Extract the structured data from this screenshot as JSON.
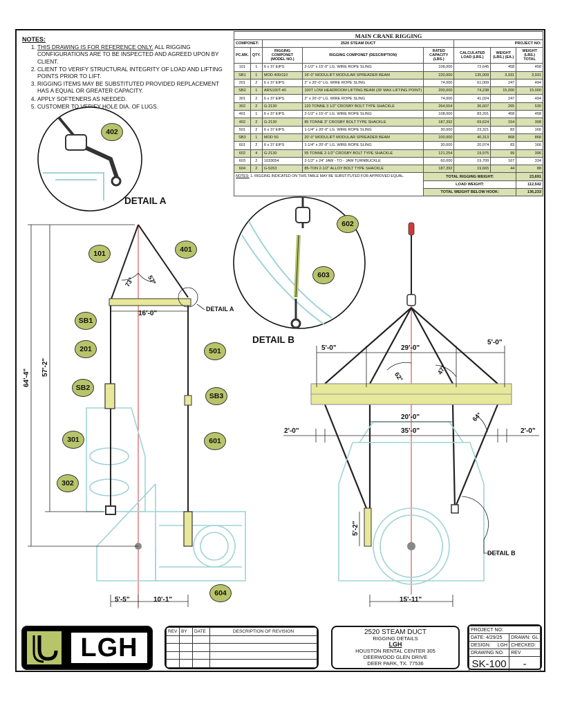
{
  "notes": {
    "title": "NOTES:",
    "items": [
      {
        "first": "THIS DRAWING IS FOR REFERENCE ONLY.",
        "rest": " ALL RIGGING CONFIGURATIONS ARE TO BE INSPECTED AND AGREED UPON BY CLIENT."
      },
      {
        "first": "CLIENT TO VERIFY STRUCTURAL INTEGRITY OF LOAD AND LIFTING POINTS PRIOR TO LIFT.",
        "rest": ""
      },
      {
        "first": "RIGGING ITEMS MAY BE SUBSTITUTED PROVIDED REPLACEMENT HAS A EQUAL OR GREATER CAPACITY.",
        "rest": ""
      },
      {
        "first": "APPLY SOFTENERS AS NEEDED.",
        "rest": ""
      },
      {
        "first": "CUSTOMER TO VERIFY HOLE DIA. OF LUGS.",
        "rest": ""
      }
    ]
  },
  "table": {
    "title": "MAIN CRANE RIGGING",
    "componet_label": "COMPONET:",
    "componet_value": "2520 STEAM DUCT",
    "project_label": "PROJECT NO:",
    "headers": [
      "PC.MK.",
      "QTY.",
      "RIGGING COMPONET (MODEL NO.)",
      "RIGGING COMPONET (DESCRIPTION)",
      "RATED CAPACITY (LBS.)",
      "CALCULATED LOAD (LBS.)",
      "WEIGHT (LBS.) (EA.)",
      "WEIGHT (LBS.) TOTAL"
    ],
    "rows": [
      [
        "101",
        "1",
        "6 x 37 EIPS",
        "2-1/2\" x 15'-0\" LG. WIRE ROPE SLING",
        "108,000",
        "72,645",
        "458",
        "458"
      ],
      [
        "SB1",
        "1",
        "MOD 400/110",
        "16'-0\" MODULIFT MODULAR SPREADER BEAM",
        "220,000",
        "135,009",
        "3,931",
        "3,931"
      ],
      [
        "201",
        "2",
        "6 x 37 EIPS",
        "2\" x 20'-0\" LG. WIRE ROPE SLING",
        "74,000",
        "61,009",
        "247",
        "494"
      ],
      [
        "SB2",
        "1",
        "ARS100T-40",
        "100T LOW HEADROOM LIFTING BEAM (39' MAX LIFTING POINT)",
        "200,000",
        "74,238",
        "15,000",
        "15,000"
      ],
      [
        "301",
        "2",
        "6 x 37 EIPS",
        "2\" x 20'-0\" LG. WIRE ROPE SLING",
        "74,000",
        "41,024",
        "247",
        "494"
      ],
      [
        "302",
        "2",
        "G-2130",
        "120 TONNE 3 1/2\" CROSBY BOLT TYPE SHACKLE",
        "264,554",
        "36,607",
        "265",
        "530"
      ],
      [
        "401",
        "1",
        "6 x 37 EIPS",
        "2-1/2\" x 15'-0\" LG. WIRE ROPE SLING",
        "108,000",
        "83,201",
        "458",
        "458"
      ],
      [
        "402",
        "2",
        "G-2130",
        "85 TONNE 3\" CROSBY BOLT TYPE SHACKLE",
        "187,392",
        "69,624",
        "154",
        "308"
      ],
      [
        "501",
        "2",
        "6 x 37 EIPS",
        "1-1/4\" x 20'-0\" LG. WIRE ROPE SLING",
        "30,000",
        "23,321",
        "83",
        "166"
      ],
      [
        "SB3",
        "1",
        "MOD 50",
        "20'-0\" MODULIFT MODULAR SPREADER BEAM",
        "100,000",
        "40,313",
        "868",
        "868"
      ],
      [
        "601",
        "2",
        "6 x 37 EIPS",
        "1-1/4\" x 20'-0\" LG. WIRE ROPE SLING",
        "30,000",
        "20,074",
        "83",
        "166"
      ],
      [
        "602",
        "4",
        "G-2130",
        "55 TONNE 2-1/2\" CROSBY BOLT TYPE SHACKLE",
        "121,254",
        "19,975",
        "99",
        "396"
      ],
      [
        "603",
        "2",
        "1033054",
        "2-1/2\" x 24\" JAW - TO - JAW TURNBUCKLE",
        "60,000",
        "19,709",
        "167",
        "334"
      ],
      [
        "604",
        "2",
        "G-5263",
        "85-TON 2-1/2\" ALLOY BOLT TYPE SHACKLE",
        "187,392",
        "19,665",
        "44",
        "88"
      ]
    ],
    "footnote_label": "NOTES:",
    "footnote": "1. RIGGING INDICATED ON THIS TABLE MAY BE SUBSTITUTED FOR APPROVED EQUAL.",
    "totals": [
      {
        "label": "TOTAL RIGGING WEIGHT:",
        "value": "23,691"
      },
      {
        "label": "LOAD WEIGHT:",
        "value": "112,542"
      },
      {
        "label": "TOTAL WEIGHT BELOW HOOK:",
        "value": "136,233"
      }
    ]
  },
  "balloons": {
    "b402": "402",
    "b101": "101",
    "b401": "401",
    "bSB1": "SB1",
    "b201": "201",
    "b501": "501",
    "bSB2": "SB2",
    "bSB3": "SB3",
    "b301": "301",
    "b601": "601",
    "b302": "302",
    "b604": "604",
    "b602": "602",
    "b603": "603"
  },
  "labels": {
    "detail_a": "DETAIL A",
    "detail_a_pointer": "DETAIL A",
    "detail_b": "DETAIL B",
    "detail_b_pointer": "DETAIL B"
  },
  "dimensions": {
    "left_span": "16'-0\"",
    "left_h1": "64'-4\"",
    "left_h2": "57'-2\"",
    "left_b1": "5'-5\"",
    "left_b2": "10'-1\"",
    "ang73": "73°",
    "ang57": "57°",
    "right_top": "29'-0\"",
    "right_5a": "5'-0\"",
    "right_5b": "5'-0\"",
    "right_20": "20'-0\"",
    "right_35": "35'-0\"",
    "right_2a": "2'-0\"",
    "right_2b": "2'-0\"",
    "ang62": "62°",
    "ang47": "47°",
    "ang64": "64°",
    "right_52": "5'-2\"",
    "right_bottom": "15'-11\""
  },
  "logo": {
    "text": "LGH"
  },
  "revision": {
    "rev": "REV",
    "by": "BY",
    "date": "DATE",
    "desc": "DESCRIPTION OF REVISION"
  },
  "titleblock": {
    "line1": "2520 STEAM DUCT",
    "line2": "RIGGING DETAILS",
    "line3": "LGH",
    "line4": "HOUSTON RENTAL CENTER 305",
    "line5": "DEERWOOD GLEN DRIVE",
    "line6": "DEER PARK, TX. 77536"
  },
  "project": {
    "project_no": "PROJECT NO:",
    "date_label": "DATE:",
    "date": "4/29/25",
    "drawn_label": "DRAWN:",
    "drawn": "GL",
    "design_label": "DESIGN:",
    "design": "LGH",
    "checked_label": "CHECKED:",
    "drawing_no_label": "DRAWING NO.",
    "drawing_no": "SK-100",
    "rev_label": "REV",
    "rev": "-"
  },
  "colors": {
    "accent_green": "#b7c46a",
    "row_green": "#d9e0b2",
    "load_cyan": "#9fd3d6",
    "centerline_red": "#d23a3a",
    "beam_yellow": "#e7e89a"
  }
}
